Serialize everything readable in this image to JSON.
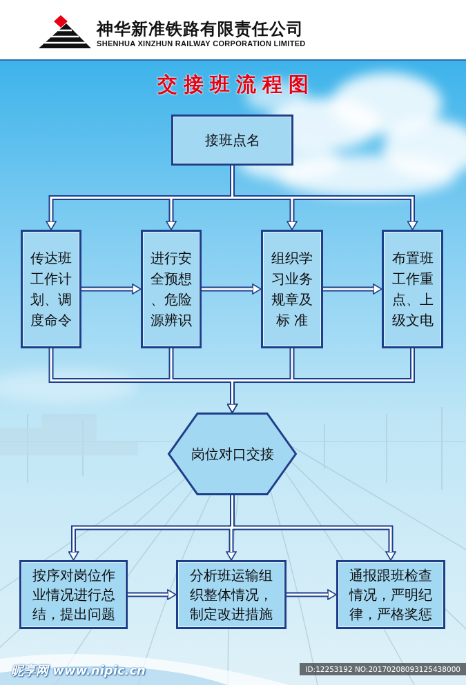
{
  "diagram": {
    "title": "交接班流程图",
    "nodes": [
      {
        "text": [
          "接班点名"
        ]
      },
      {
        "text": [
          "传达班 工作计 划、调 度命令"
        ]
      },
      {
        "text": [
          "进行安 全预想 、危险 源辨识"
        ]
      },
      {
        "text": [
          "组织学 习业务 规章及 标 准"
        ]
      },
      {
        "text": [
          "布置班 工作重 点、上 级文电"
        ]
      },
      {
        "text": [
          "岗位对口交接"
        ]
      },
      {
        "text": [
          "按序对岗位作 业情况进行总 结，提出问题"
        ]
      },
      {
        "text": [
          "分析班运输组 织整体情况， 制定改进措施"
        ]
      },
      {
        "text": [
          "通报跟班检查 情况，严明纪 律，严格奖惩"
        ]
      }
    ],
    "edges": [
      {
        "from": 0,
        "to": 1,
        "arrow": "to"
      },
      {
        "from": 0,
        "to": 2,
        "arrow": "to"
      },
      {
        "from": 0,
        "to": 3,
        "arrow": "to"
      },
      {
        "from": 0,
        "to": 4,
        "arrow": "to"
      },
      {
        "from": 1,
        "to": 2,
        "arrow": "to"
      },
      {
        "from": 2,
        "to": 3,
        "arrow": "to"
      },
      {
        "from": 3,
        "to": 4,
        "arrow": "to"
      },
      {
        "from": 1,
        "to": 5,
        "arrow": "to"
      },
      {
        "from": 2,
        "to": 5,
        "arrow": "to"
      },
      {
        "from": 3,
        "to": 5,
        "arrow": "to"
      },
      {
        "from": 4,
        "to": 5,
        "arrow": "to"
      },
      {
        "from": 5,
        "to": 6,
        "arrow": "to"
      },
      {
        "from": 5,
        "to": 7,
        "arrow": "to"
      },
      {
        "from": 5,
        "to": 8,
        "arrow": "to"
      },
      {
        "from": 6,
        "to": 7,
        "arrow": "to"
      },
      {
        "from": 7,
        "to": 8,
        "arrow": "to"
      }
    ],
    "labels": [
      "神华新准铁路有限责任公司",
      "SHENHUA XINZHUN RAILWAY CORPORATION LIMITED",
      "昵享网 www.nipic.cn",
      "ID:12253192 NO:20170208093125438000"
    ]
  }
}
